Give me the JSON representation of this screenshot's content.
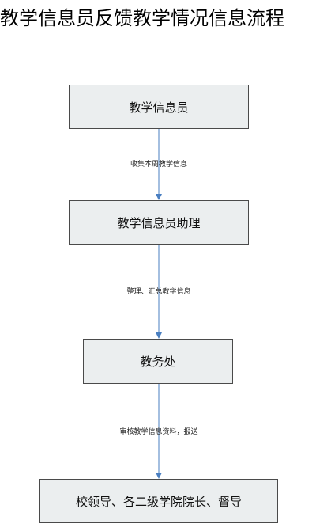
{
  "title": "教学信息员反馈教学情况信息流程",
  "nodes": [
    {
      "label": "教学信息员"
    },
    {
      "label": "教学信息员助理"
    },
    {
      "label": "教务处"
    },
    {
      "label": "校领导、各二级学院院长、督导"
    }
  ],
  "edges": [
    {
      "label": "收集本周教学信息"
    },
    {
      "label": "整理、汇总教学信息"
    },
    {
      "label": "审核教学信息资料，报送"
    }
  ],
  "colors": {
    "node_fill": "#ebeeef",
    "node_border": "#4a4a4a",
    "arrow": "#4a7fc1"
  }
}
